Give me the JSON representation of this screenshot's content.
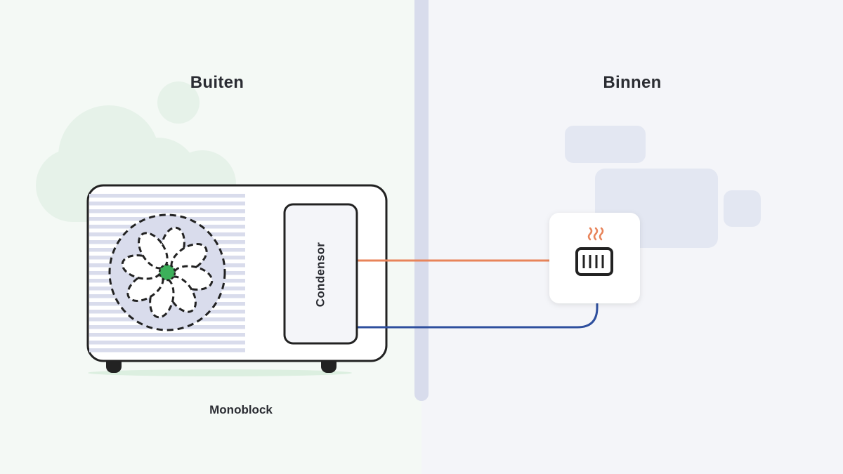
{
  "zones": {
    "outside": {
      "label": "Buiten"
    },
    "inside": {
      "label": "Binnen"
    }
  },
  "heat_pump": {
    "type_label": "Monoblock",
    "condenser_label": "Condensor"
  },
  "pipes": {
    "supply_color": "#e8845a",
    "return_color": "#2e4f9e"
  },
  "emitter": {
    "icon": "radiator-icon",
    "heat_color": "#e8845a"
  },
  "colors": {
    "outside_bg": "#f4f9f5",
    "inside_bg": "#f4f5f9",
    "wall": "#d8dcec",
    "cloud": "#e6f2e9",
    "fan_hub": "#3cb05a",
    "outline": "#222222"
  }
}
